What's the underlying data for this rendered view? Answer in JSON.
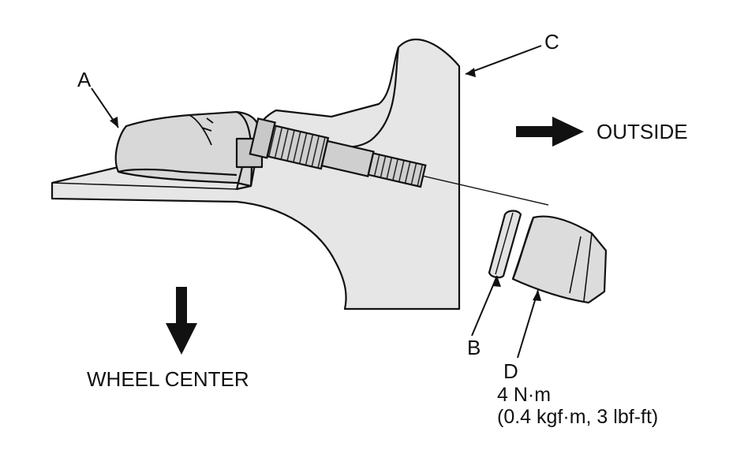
{
  "callouts": {
    "a": "A",
    "b": "B",
    "c": "C",
    "d": "D"
  },
  "directions": {
    "outside": "OUTSIDE",
    "wheel_center": "WHEEL CENTER"
  },
  "torque_spec": {
    "line1": "4 N·m",
    "line2": "(0.4 kgf·m, 3 lbf-ft)"
  },
  "colors": {
    "line": "#111111",
    "rim_fill": "#e6e6e6",
    "sensor_fill": "#d8d8d8",
    "stem_fill": "#cfcfcf",
    "nut_fill": "#dcdcdc",
    "background": "#ffffff"
  },
  "icons": [
    "arrow-right-icon",
    "arrow-down-icon"
  ]
}
